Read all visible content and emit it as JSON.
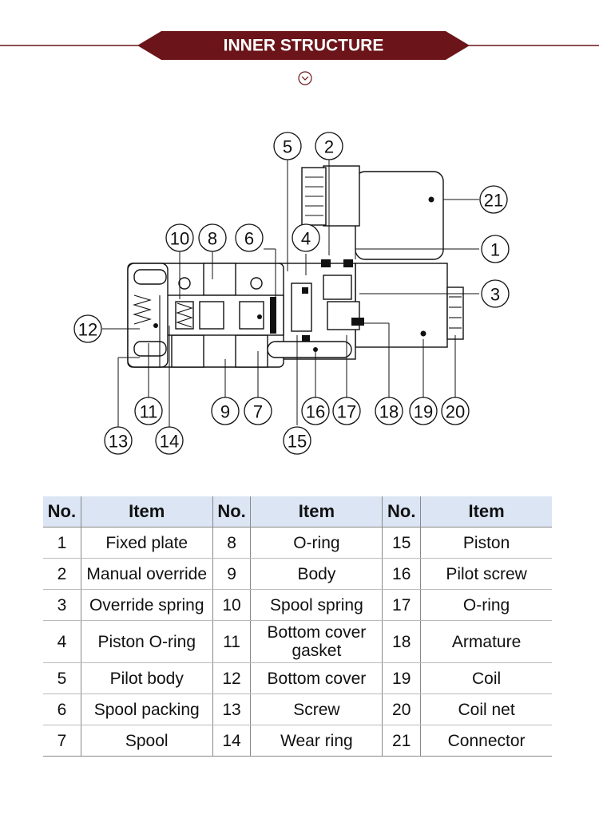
{
  "banner": {
    "title": "INNER STRUCTURE",
    "color": "#6b1419",
    "icon": "chevron-down-circle-icon"
  },
  "diagram": {
    "callouts": [
      "1",
      "2",
      "3",
      "4",
      "5",
      "6",
      "7",
      "8",
      "9",
      "10",
      "11",
      "12",
      "13",
      "14",
      "15",
      "16",
      "17",
      "18",
      "19",
      "20",
      "21"
    ]
  },
  "table": {
    "headers": [
      "No.",
      "Item",
      "No.",
      "Item",
      "No.",
      "Item"
    ],
    "header_color": "#dbe5f4",
    "rows": [
      [
        {
          "no": "1",
          "item": "Fixed plate"
        },
        {
          "no": "8",
          "item": "O-ring"
        },
        {
          "no": "15",
          "item": "Piston"
        }
      ],
      [
        {
          "no": "2",
          "item": "Manual override"
        },
        {
          "no": "9",
          "item": "Body"
        },
        {
          "no": "16",
          "item": "Pilot screw"
        }
      ],
      [
        {
          "no": "3",
          "item": "Override spring"
        },
        {
          "no": "10",
          "item": "Spool spring"
        },
        {
          "no": "17",
          "item": "O-ring"
        }
      ],
      [
        {
          "no": "4",
          "item": "Piston O-ring"
        },
        {
          "no": "11",
          "item": "Bottom cover\ngasket"
        },
        {
          "no": "18",
          "item": "Armature"
        }
      ],
      [
        {
          "no": "5",
          "item": "Pilot body"
        },
        {
          "no": "12",
          "item": "Bottom cover"
        },
        {
          "no": "19",
          "item": "Coil"
        }
      ],
      [
        {
          "no": "6",
          "item": "Spool packing"
        },
        {
          "no": "13",
          "item": "Screw"
        },
        {
          "no": "20",
          "item": "Coil net"
        }
      ],
      [
        {
          "no": "7",
          "item": "Spool"
        },
        {
          "no": "14",
          "item": "Wear ring"
        },
        {
          "no": "21",
          "item": "Connector"
        }
      ]
    ]
  }
}
